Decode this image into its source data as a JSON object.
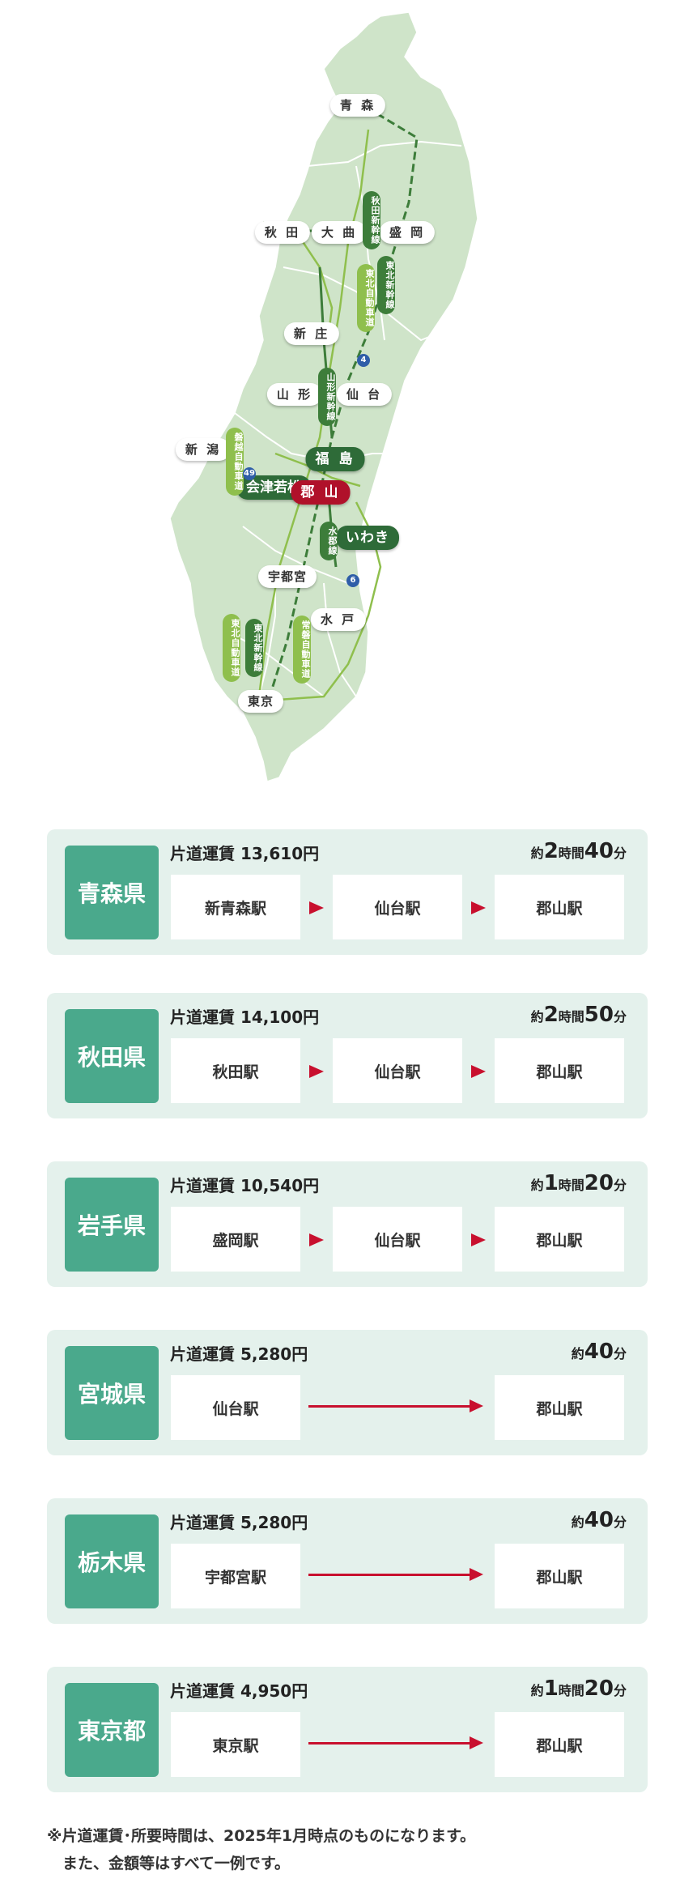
{
  "map": {
    "cities": [
      {
        "id": "aomori",
        "label": "青 森"
      },
      {
        "id": "akita",
        "label": "秋 田"
      },
      {
        "id": "omagari",
        "label": "大 曲"
      },
      {
        "id": "morioka",
        "label": "盛 岡"
      },
      {
        "id": "shinjo",
        "label": "新 庄"
      },
      {
        "id": "yamagata",
        "label": "山 形"
      },
      {
        "id": "sendai",
        "label": "仙 台"
      },
      {
        "id": "niigata",
        "label": "新 潟"
      },
      {
        "id": "fukushima",
        "label": "福 島"
      },
      {
        "id": "aizu",
        "label": "会津若松"
      },
      {
        "id": "koriyama",
        "label": "郡 山"
      },
      {
        "id": "iwaki",
        "label": "いわき"
      },
      {
        "id": "utsunomiya",
        "label": "宇都宮"
      },
      {
        "id": "mito",
        "label": "水 戸"
      },
      {
        "id": "tokyo",
        "label": "東京"
      }
    ],
    "lines": [
      {
        "id": "akita-shinkansen",
        "label": "秋田新幹線"
      },
      {
        "id": "tohoku-shinkansen-n",
        "label": "東北新幹線"
      },
      {
        "id": "tohoku-expressway-n",
        "label": "東北自動車道"
      },
      {
        "id": "yamagata-shinkansen",
        "label": "山形新幹線"
      },
      {
        "id": "banetsu-expressway",
        "label": "磐越自動車道"
      },
      {
        "id": "suigun-line",
        "label": "水郡線"
      },
      {
        "id": "tohoku-expressway-s",
        "label": "東北自動車道"
      },
      {
        "id": "tohoku-shinkansen-s",
        "label": "東北新幹線"
      },
      {
        "id": "joban-expressway",
        "label": "常磐自動車道"
      }
    ],
    "road_numbers": [
      {
        "id": "route4",
        "label": "4"
      },
      {
        "id": "route49",
        "label": "49"
      },
      {
        "id": "route6",
        "label": "6"
      }
    ]
  },
  "routes": [
    {
      "pref": "青森県",
      "fare": "片道運賃 13,610円",
      "time_pre": "約",
      "time_h": "2",
      "time_mid": "時間",
      "time_m": "40",
      "time_post": "分",
      "stations": [
        "新青森駅",
        "仙台駅",
        "郡山駅"
      ]
    },
    {
      "pref": "秋田県",
      "fare": "片道運賃 14,100円",
      "time_pre": "約",
      "time_h": "2",
      "time_mid": "時間",
      "time_m": "50",
      "time_post": "分",
      "stations": [
        "秋田駅",
        "仙台駅",
        "郡山駅"
      ]
    },
    {
      "pref": "岩手県",
      "fare": "片道運賃 10,540円",
      "time_pre": "約",
      "time_h": "1",
      "time_mid": "時間",
      "time_m": "20",
      "time_post": "分",
      "stations": [
        "盛岡駅",
        "仙台駅",
        "郡山駅"
      ]
    },
    {
      "pref": "宮城県",
      "fare": "片道運賃 5,280円",
      "time_pre": "約",
      "time_m": "40",
      "time_post": "分",
      "stations": [
        "仙台駅",
        "郡山駅"
      ]
    },
    {
      "pref": "栃木県",
      "fare": "片道運賃 5,280円",
      "time_pre": "約",
      "time_m": "40",
      "time_post": "分",
      "stations": [
        "宇都宮駅",
        "郡山駅"
      ]
    },
    {
      "pref": "東京都",
      "fare": "片道運賃 4,950円",
      "time_pre": "約",
      "time_h": "1",
      "time_mid": "時間",
      "time_m": "20",
      "time_post": "分",
      "stations": [
        "東京駅",
        "郡山駅"
      ]
    }
  ],
  "note": {
    "line1": "※片道運賃･所要時間は、2025年1月時点のものになります。",
    "line2": "　また、金額等はすべて一例です。"
  },
  "colors": {
    "prefecture_badge": "#4aa98c",
    "card_bg": "#e4f1ec",
    "arrow": "#c8102e",
    "shinkansen": "#3d7d3a",
    "expressway": "#8fbf4d",
    "koriyama": "#b0112a"
  }
}
